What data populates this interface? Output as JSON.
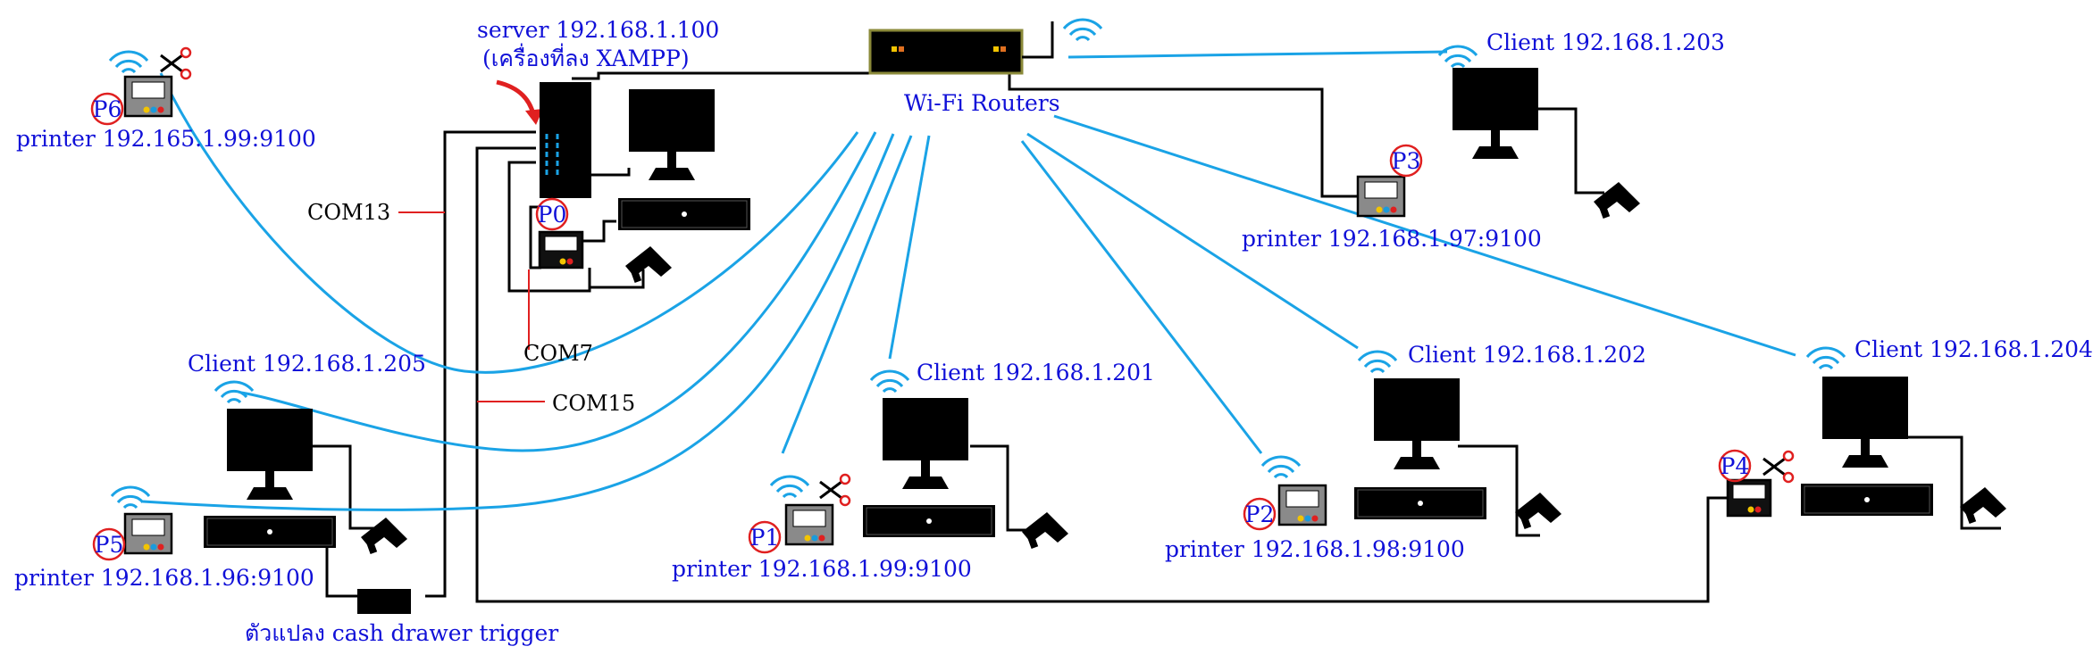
{
  "labels": {
    "server_line1": "server  192.168.1.100",
    "server_line2": "(เครื่องที่ลง  XAMPP)",
    "router": "Wi-Fi  Routers",
    "client_203": "Client  192.168.1.203",
    "client_205": "Client  192.168.1.205",
    "client_201": "Client  192.168.1.201",
    "client_202": "Client  192.168.1.202",
    "client_204": "Client  192.168.1.204",
    "printer_p6": "printer  192.165.1.99:9100",
    "printer_p3": "printer  192.168.1.97:9100",
    "printer_p5": "printer  192.168.1.96:9100",
    "printer_p1": "printer  192.168.1.99:9100",
    "printer_p2": "printer  192.168.1.98:9100",
    "com13": "COM13",
    "com7": "COM7",
    "com15": "COM15",
    "cash_drawer": "ตัวแปลง  cash drawer trigger"
  },
  "printer_tags": {
    "p0": "P0",
    "p1": "P1",
    "p2": "P2",
    "p3": "P3",
    "p4": "P4",
    "p5": "P5",
    "p6": "P6"
  },
  "colors": {
    "label_text": "#1010d8",
    "wifi_link": "#1aa3e6",
    "com_callout": "#e02020",
    "tag_circle": "#e02020",
    "device_fill": "#000000",
    "printer_body": "#8a8a8a",
    "router_border": "#8b8a3a"
  },
  "icons": [
    "wifi-icon",
    "scissors-icon",
    "barcode-scanner-icon",
    "monitor-icon",
    "desktop-unit-icon",
    "receipt-printer-icon",
    "server-tower-icon",
    "router-icon",
    "cash-drawer-trigger-icon"
  ]
}
